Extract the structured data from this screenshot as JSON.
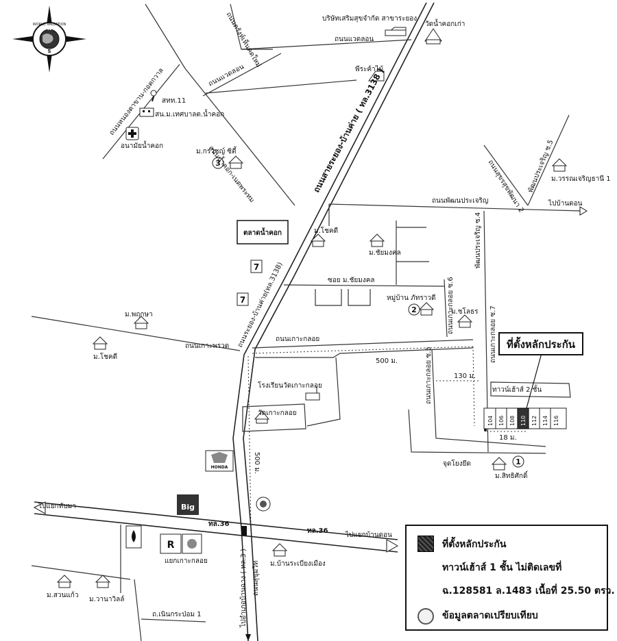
{
  "compass": {
    "ring_text": "WORLD VALUATION",
    "n": "N",
    "s": "S",
    "e": "E",
    "w": "W"
  },
  "roads": {
    "r1": "ถนนตรังห์เห็นคดใหม่",
    "r2": "ถนนแวดลอน",
    "r3": "ถนนแวดลอน",
    "r4": "ถนนหนองตาขาน-กอคกวาล",
    "r5": "ถนนน้ำคอก-เนตพระทม",
    "r6": "ถนนสายระยอง-บ้านค่าย ( ทล.3138 )",
    "r7": "ถนนพัฒนประเจริญ",
    "r8": "พัฒนประเจริญ ซ.5",
    "r9": "ถนนสุขรสุขพัฒนา 2",
    "r10": "พัฒนประเจริญ ซ.4",
    "r11": "ซอย ม.ชัยมงคล",
    "r12": "ถนนเกาะพรวด",
    "r13": "ถนนเกาะกลอย",
    "r14": "ถนนระยอง-บ้านค่าย(ทล.3138)",
    "r15": "ถนนเกาะกลอย ซ.7",
    "r16": "ถนนเกาะกลอย ซ.6",
    "r17": "ถนนเกาะกลอย ซ.5",
    "r18": "ทล.36",
    "r19": "ทล.36",
    "r20": "ไปอำเภอบ้านฉาง ( ทล.3 )",
    "r21": "ถนนสุขุมวิท",
    "r22": "ถ.เนินกระป่อม 1"
  },
  "places": {
    "p1": "บริษัทเสริมสุขจำกัด สาขาระยอง",
    "p2": "วัดน้ำคอกเก่า",
    "p3": "พีระค้าไม้",
    "p4": "สทท.11",
    "p5": "สน.ม.เทศบาลต.น้ำคอก",
    "p6": "อนามัยน้ำคอก",
    "p7": "ม.กรวิชญ์ ซิตี้",
    "p8": "ม.วรรณเจริญธานี 1",
    "p9": "ไปบ้านดอน",
    "p10": "ตลาดน้ำคอก",
    "p11": "ม.โชคดี",
    "p12": "ม.ชัยมงคล",
    "p13": "หมู่บ้าน ภัทราวดี",
    "p14": "ม.ชโลธร",
    "p15": "ม.พฤกษา",
    "p16": "ม.โชคดี",
    "p17": "โรงเรียนวัดเกาะกลอย",
    "p18": "วัดเกาะกลอย",
    "p19": "ทาวน์เฮ้าส์ 2 ชั้น",
    "p20": "จุดโยงยึด",
    "p21": "ม.สิทธิศักดิ์",
    "p22": "ไปแยกทับมา",
    "p23": "ไปแยกบ้านดอน",
    "p24": "แยกเกาะกลอย",
    "p25": "ม.บ้านระเบียงเมือง",
    "p26": "ม.สวนแก้ว",
    "p27": "ม.วานาวิลล์"
  },
  "markers": {
    "m1": "1",
    "m2": "2",
    "m3": "3"
  },
  "distances": {
    "d1": "500 ม.",
    "d2": "130 ม.",
    "d3": "18 ม.",
    "d4": "500 ม."
  },
  "plots": [
    "104",
    "106",
    "108",
    "110",
    "112",
    "114",
    "116"
  ],
  "subject_label": "ที่ตั้งหลักประกัน",
  "logos": {
    "big": "Big",
    "honda": "HONDA"
  },
  "legend": {
    "line1": "ที่ตั้งหลักประกัน",
    "line2": "ทาวน์เฮ้าส์ 1 ชั้น ไม่ติดเลขที่",
    "line3": "ฉ.128581 ล.1483 เนื้อที่ 25.50 ตรว.",
    "line4": "ข้อมูลตลาดเปรียบเทียบ"
  },
  "colors": {
    "subject": "#333333",
    "road": "#222222",
    "background": "#ffffff"
  }
}
